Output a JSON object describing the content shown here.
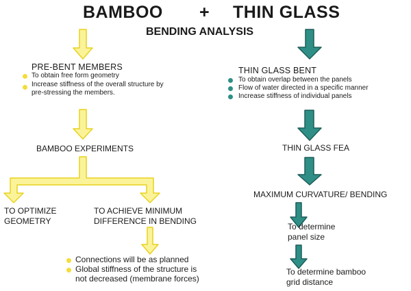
{
  "title": {
    "left": "BAMBOO",
    "plus": "+",
    "right": "THIN GLASS"
  },
  "subtitle": "BENDING ANALYSIS",
  "colors": {
    "bamboo_arrow_fill": "#fbf39a",
    "bamboo_arrow_stroke": "#e8d21e",
    "glass_arrow_fill": "#2f8f87",
    "glass_arrow_stroke": "#1d5d58",
    "text": "#1a1a1a"
  },
  "left": {
    "pre_bent": {
      "heading": "PRE-BENT MEMBERS",
      "bullets": [
        "To obtain free form geometry",
        "Increase stiffness of the overall structure by",
        "pre-stressing the members."
      ]
    },
    "experiments": "BAMBOO EXPERIMENTS",
    "optimize": [
      "TO OPTIMIZE",
      "GEOMETRY"
    ],
    "min_diff": [
      "TO ACHIEVE MINIMUM",
      "DIFFERENCE IN BENDING"
    ],
    "outcomes": [
      "Connections will be as planned",
      "Global stiffness of the structure is",
      "not decreased (membrane forces)"
    ]
  },
  "right": {
    "glass_bent": {
      "heading": "THIN GLASS BENT",
      "bullets": [
        "To obtain overlap between the panels",
        "Flow of water directed in a specific manner",
        "Increase stiffness of individual panels"
      ]
    },
    "fea": "THIN GLASS FEA",
    "max_curv": "MAXIMUM CURVATURE/ BENDING",
    "panel_size": [
      "To determine",
      "panel size"
    ],
    "grid_dist": [
      "To determine bamboo",
      "grid distance"
    ]
  }
}
